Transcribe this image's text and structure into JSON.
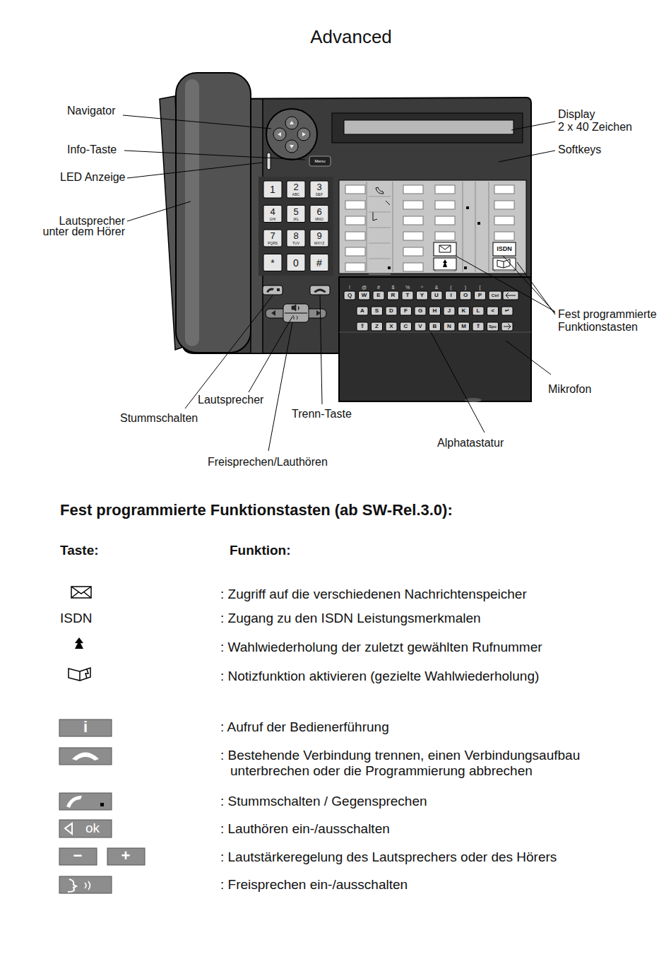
{
  "diagram": {
    "title": "Advanced",
    "labels": [
      "Navigator",
      "Info-Taste",
      "LED Anzeige",
      "Lautsprecher",
      "unter dem Hörer",
      "Display",
      "2 x 40 Zeichen",
      "Softkeys",
      "Fest programmierte",
      "Funktionstasten",
      "Mikrofon",
      "Lautsprecher",
      "Stummschalten",
      "Trenn-Taste",
      "Alphatastatur",
      "Freisprechen/Lauthören",
      "Menu",
      "ISDN",
      "1",
      "2",
      "ABC",
      "3",
      "DEF",
      "4",
      "GHI",
      "5",
      "JKL",
      "6",
      "MNO",
      "7",
      "PQRS",
      "8",
      "TUV",
      "9",
      "WXYZ",
      "*",
      "0",
      "#",
      "!",
      "@",
      "#",
      "$",
      "%",
      "^",
      "&",
      "(",
      ")",
      "[",
      "Q",
      "W",
      "E",
      "R",
      "T",
      "Y",
      "U",
      "I",
      "O",
      "P",
      "Ctrl",
      "A",
      "S",
      "D",
      "F",
      "G",
      "H",
      "J",
      "K",
      "L",
      "<",
      "↵",
      "⇑",
      "Z",
      "X",
      "C",
      "V",
      "B",
      "N",
      "M",
      "⇑",
      "Spc",
      "Fest programmierte Funktionstasten (ab SW-Rel.3.0):",
      "Taste:",
      "Funktion:",
      ": Zugriff auf die verschiedenen Nachrichtenspeicher",
      "ISDN",
      ": Zugang zu den ISDN Leistungsmerkmalen",
      ": Wahlwiederholung der zuletzt gewählten Rufnummer",
      ": Notizfunktion aktivieren (gezielte Wahlwiederholung)",
      "i",
      ": Aufruf der Bedienerführung",
      ": Bestehende Verbindung trennen, einen Verbindungsaufbau unterbrechen oder die Programmierung abbrechen",
      ": Stummschalten / Gegensprechen",
      "ok",
      ": Lauthören ein-/ausschalten",
      "−",
      "+",
      ": Lautstärkeregelung des Lautsprechers oder des Hörers",
      ": Freisprechen ein-/ausschalten"
    ]
  }
}
